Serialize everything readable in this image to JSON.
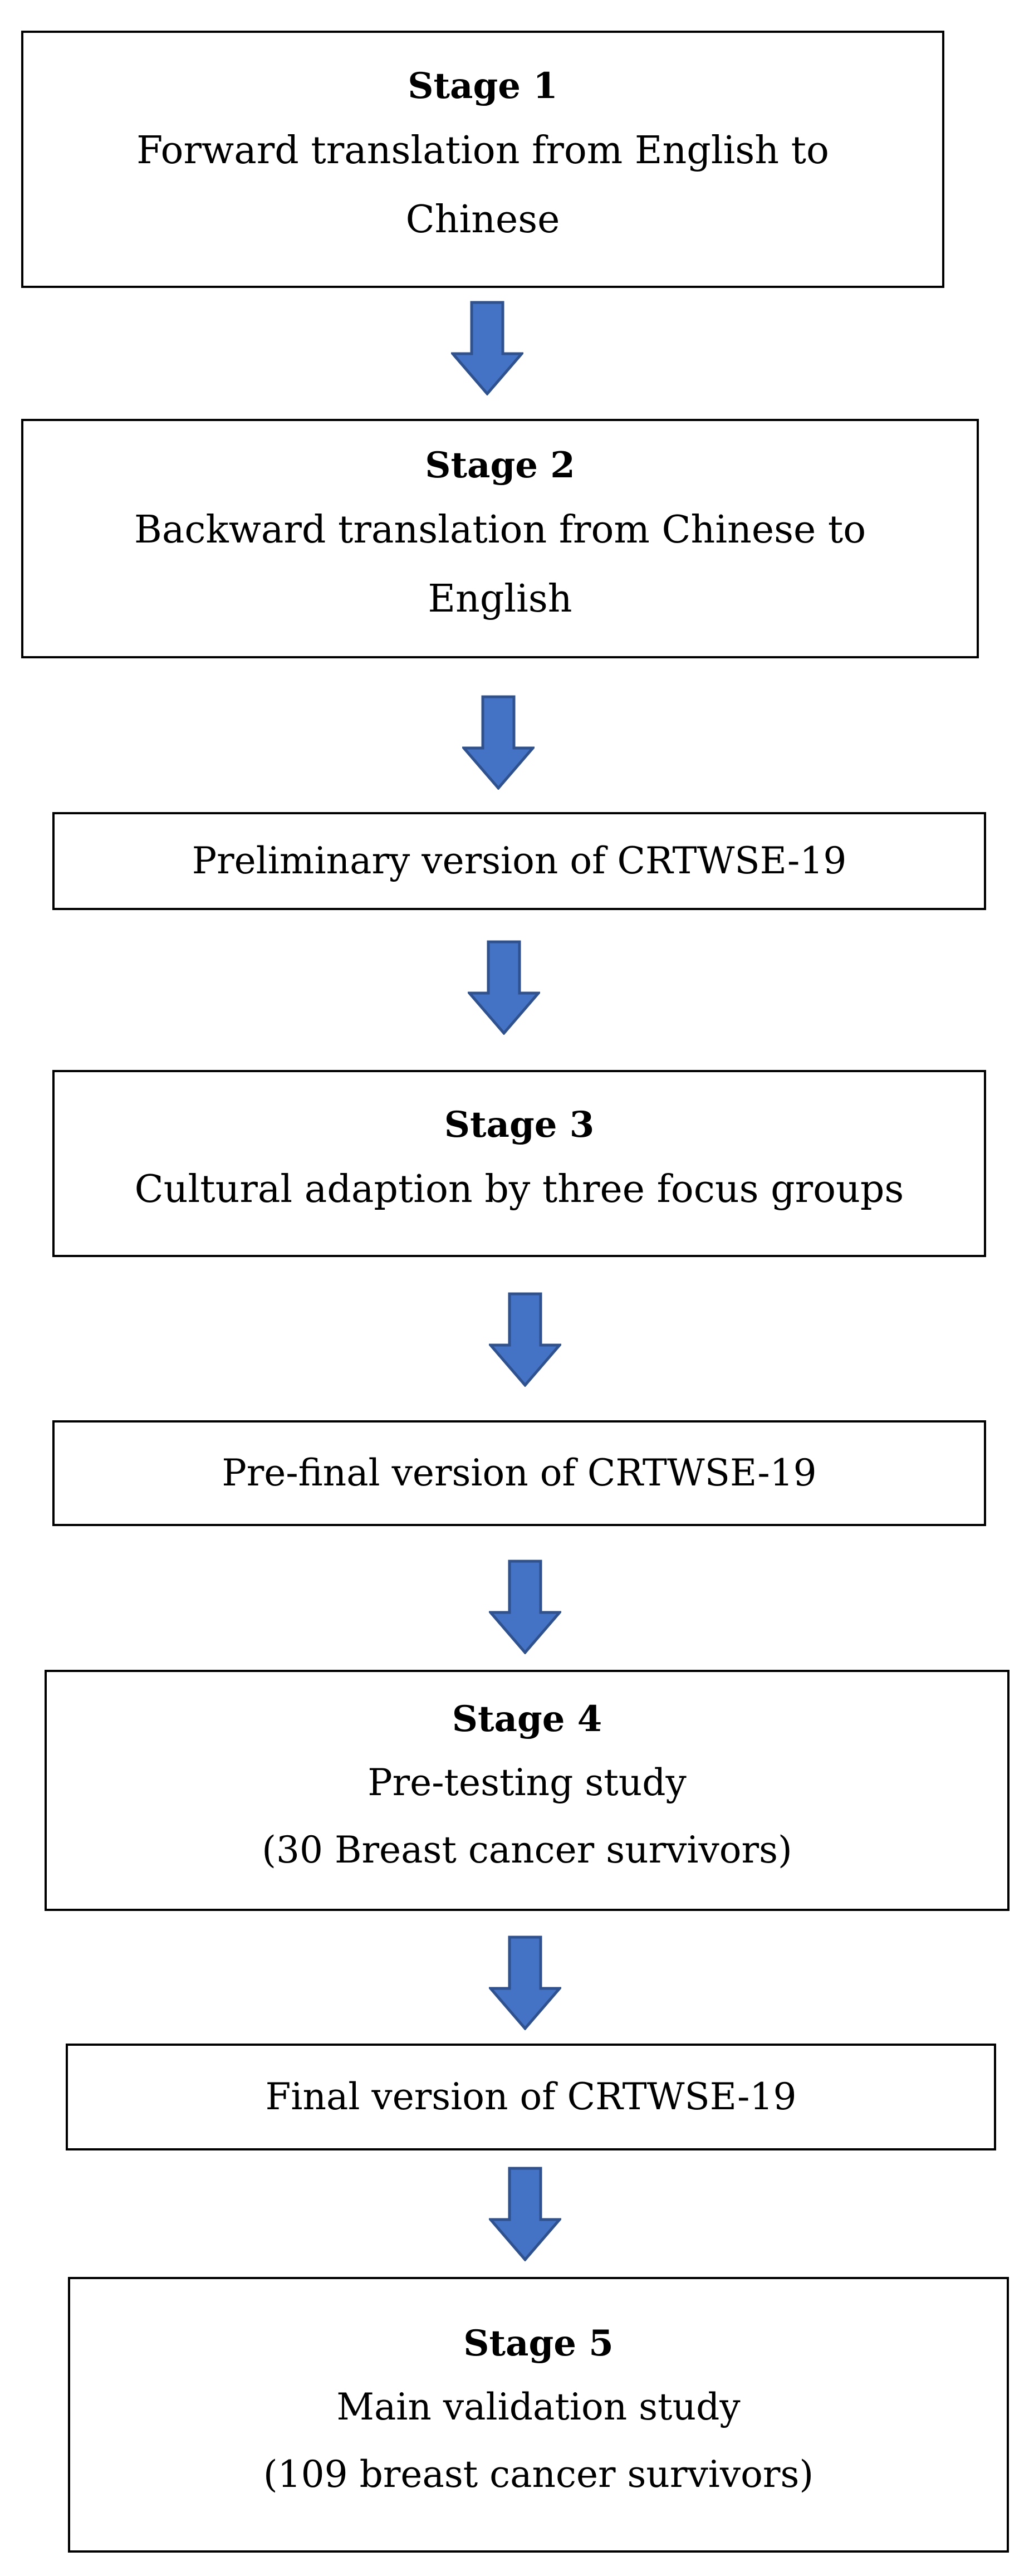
{
  "stages": [
    {
      "title": "Stage 1",
      "lines": [
        "Forward translation from English to",
        "Chinese"
      ]
    },
    {
      "title": "Stage 2",
      "lines": [
        "Backward translation from Chinese to",
        "English"
      ]
    },
    {
      "title": "Stage 3",
      "lines": [
        "Cultural adaption by three focus groups"
      ]
    },
    {
      "title": "Stage 4",
      "lines": [
        "Pre-testing study",
        "(30 Breast cancer survivors)"
      ]
    },
    {
      "title": "Stage 5",
      "lines": [
        "Main validation study",
        "(109 breast cancer survivors)"
      ]
    }
  ],
  "versions": [
    {
      "label": "Preliminary version of CRTWSE-19"
    },
    {
      "label": "Pre-final version of CRTWSE-19"
    },
    {
      "label": "Final version of CRTWSE-19"
    }
  ],
  "colors": {
    "arrow_fill": "#4472C4",
    "arrow_stroke": "#2F528F",
    "box_border": "#000000"
  }
}
